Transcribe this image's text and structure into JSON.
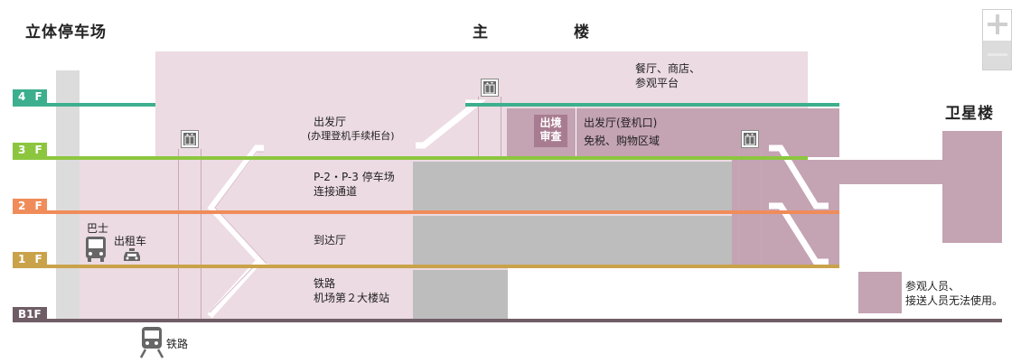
{
  "sections": {
    "parking": "立体停车场",
    "main_building_left": "主",
    "main_building_right": "楼",
    "satellite": "卫星楼"
  },
  "floors": [
    {
      "label": "4 F",
      "color": "#3daf8e"
    },
    {
      "label": "3 F",
      "color": "#8cc63f"
    },
    {
      "label": "2 F",
      "color": "#f08c5a"
    },
    {
      "label": "1 F",
      "color": "#c9a24a"
    },
    {
      "label": "B1F",
      "color": "#6f5d66"
    }
  ],
  "areas": {
    "restaurants": [
      "餐厅、商店、",
      "参观平台"
    ],
    "departure_hall": [
      "出发厅",
      "(办理登机手续柜台)"
    ],
    "immigration": [
      "出境",
      "审查"
    ],
    "departure_gate": [
      "出发厅(登机口)",
      "免税、购物区域"
    ],
    "parking_link": [
      "P-2・P-3 停车场",
      "连接通道"
    ],
    "arrival_hall": "到达厅",
    "railway_station": [
      "铁路",
      "机场第２大楼站"
    ]
  },
  "transport": {
    "bus": "巴士",
    "taxi": "出租车",
    "train": "铁路"
  },
  "legend": {
    "color": "#c4a3b3",
    "text": [
      "参观人员、",
      "接送人员无法使用。"
    ]
  },
  "icons": {
    "elevator": "elevator-icon",
    "bus": "bus-icon",
    "taxi": "taxi-icon",
    "train": "train-icon",
    "zoom_in": "plus-icon",
    "zoom_out": "minus-icon"
  },
  "colors": {
    "main_building": "#ecdbe2",
    "restricted": "#c4a3b3",
    "gray_zone": "#bdbdbd",
    "parking_column": "#dcdcdc"
  }
}
